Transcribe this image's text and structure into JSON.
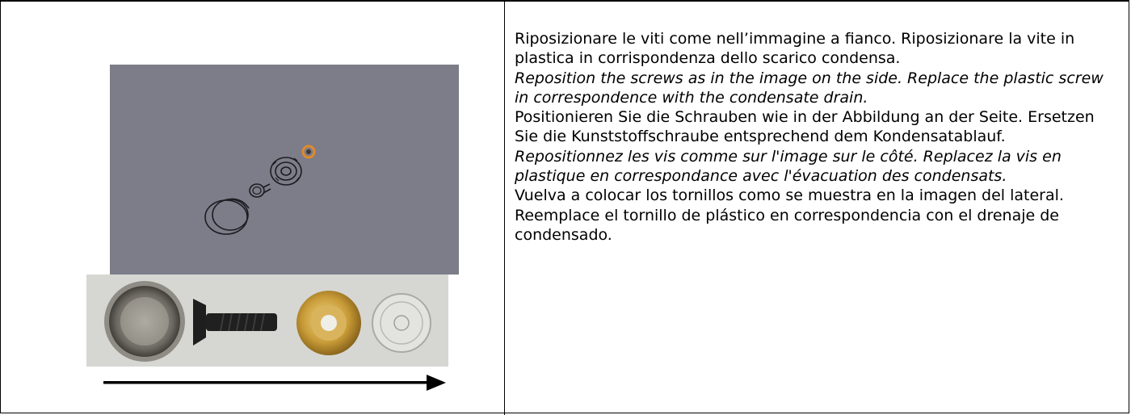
{
  "figure": {
    "render_alt": "exploded view render of screw assembly",
    "photo_alt": "photo of cap, screw, brass washer and plastic washer",
    "arrow_icon": "arrow-right-icon"
  },
  "instructions": {
    "it": "Riposizionare le viti come nell’immagine a fianco. Riposizionare la vite in plastica in corrispondenza dello scarico condensa.",
    "en": "Reposition the screws as in the image on the side. Replace the plastic screw in correspondence with the condensate drain.",
    "de": "Positionieren Sie die Schrauben wie in der Abbildung an der Seite. Ersetzen Sie die Kunststoffschraube entsprechend dem Kondensatablauf.",
    "fr": "Repositionnez les vis comme sur l'image sur le côté. Replacez la vis en plastique en correspondance avec l'évacuation des condensats.",
    "es": "Vuelva a colocar los tornillos como se muestra en la imagen del lateral. Reemplace el tornillo de plástico en correspondencia con el drenaje de condensado."
  }
}
